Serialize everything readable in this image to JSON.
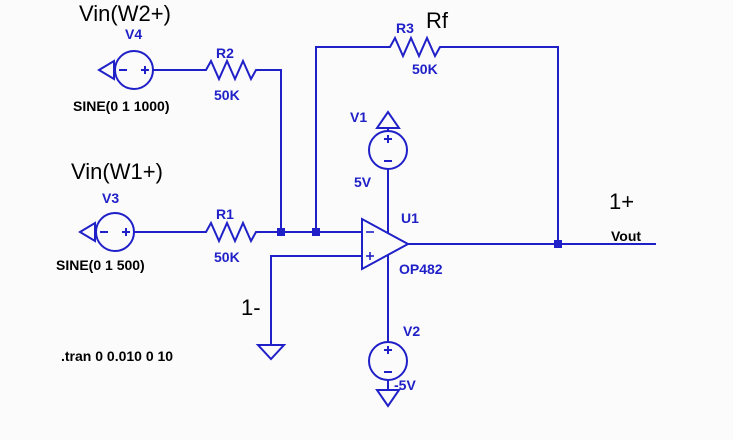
{
  "app": {
    "background": "#fbfbfb",
    "wire_color": "#2020c8",
    "component_text_color": "#2020c8",
    "annotation_text_color": "#000000"
  },
  "annotations": {
    "vin_w2": "Vin(W2+)",
    "vin_w1": "Vin(W1+)",
    "rf": "Rf",
    "scope_ch1_plus": "1+",
    "scope_ch1_minus": "1-",
    "vout": "Vout",
    "spice_directive": ".tran 0 0.010 0 10"
  },
  "components": {
    "v4": {
      "name": "V4",
      "value": "SINE(0 1 1000)"
    },
    "v3": {
      "name": "V3",
      "value": "SINE(0 1 500)"
    },
    "v1": {
      "name": "V1",
      "value": "5V"
    },
    "v2": {
      "name": "V2",
      "value": "-5V"
    },
    "r2": {
      "name": "R2",
      "value": "50K"
    },
    "r1": {
      "name": "R1",
      "value": "50K"
    },
    "r3": {
      "name": "R3",
      "value": "50K"
    },
    "u1": {
      "name": "U1",
      "value": "OP482"
    }
  }
}
